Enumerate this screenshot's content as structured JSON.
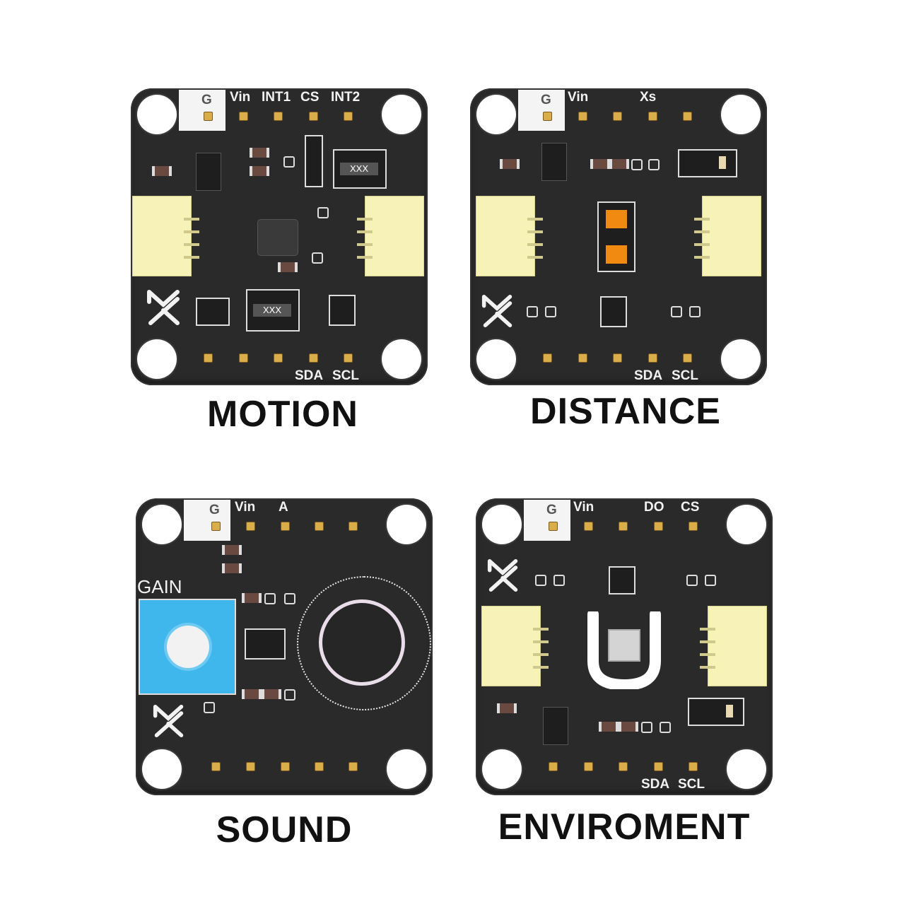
{
  "boards": [
    {
      "id": "motion",
      "caption": "MOTION",
      "strip_label": "G",
      "top_labels": [
        "Vin",
        "INT1",
        "CS",
        "INT2"
      ],
      "bottom_labels": [
        "SDA",
        "SCL"
      ],
      "chip_labels": [
        "XXX",
        "XXX"
      ]
    },
    {
      "id": "distance",
      "caption": "DISTANCE",
      "strip_label": "G",
      "top_labels": [
        "Vin",
        "Xs"
      ],
      "bottom_labels": [
        "SDA",
        "SCL"
      ]
    },
    {
      "id": "sound",
      "caption": "SOUND",
      "strip_label": "G",
      "top_labels": [
        "Vin",
        "A"
      ],
      "gain_label": "GAIN"
    },
    {
      "id": "enviroment",
      "caption": "ENVIROMENT",
      "strip_label": "G",
      "top_labels": [
        "Vin",
        "DO",
        "CS"
      ],
      "bottom_labels": [
        "SDA",
        "SCL"
      ]
    }
  ],
  "colors": {
    "pcb": "#2a2a2a",
    "connector": "#f7f2b8",
    "pad": "#d8ad4a",
    "sensor_orange": "#f08a10",
    "pot_blue": "#3fb6ec"
  },
  "icons": [
    "mx-logo-icon",
    "mounting-hole-icon",
    "potentiometer-knob-icon",
    "microphone-icon"
  ]
}
